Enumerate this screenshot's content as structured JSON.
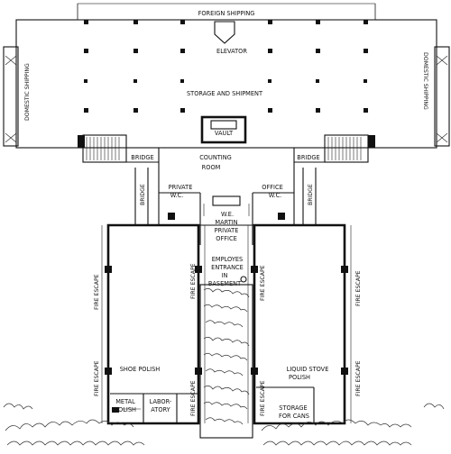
{
  "labels": {
    "foreign_shipping": "FOREIGN SHIPPING",
    "elevator": "ELEVATOR",
    "storage_and_shipment": "STORAGE AND SHIPMENT",
    "domestic_shipping_left": "DOMESTIC SHIPPING",
    "domestic_shipping_right": "DOMESTIC SHIPPING",
    "vault": "VAULT",
    "counting_room_1": "COUNTING",
    "counting_room_2": "ROOM",
    "bridge_left_top": "BRIDGE",
    "bridge_right_top": "BRIDGE",
    "bridge_left_vertical": "BRIDGE",
    "bridge_right_vertical": "BRIDGE",
    "private_wc_1": "PRIVATE",
    "private_wc_2": "W.C.",
    "office_wc_1": "OFFICE",
    "office_wc_2": "W.C.",
    "martin_office_1": "W.E.",
    "martin_office_2": "MARTIN",
    "martin_office_3": "PRIVATE",
    "martin_office_4": "OFFICE",
    "employes_entrance_1": "EMPLOYES",
    "employes_entrance_2": "ENTRANCE",
    "employes_entrance_3": "IN",
    "employes_entrance_4": "BASEMENT",
    "fire_escape_left_outer_top": "FIRE ESCAPE",
    "fire_escape_left_inner_top": "FIRE ESCAPE",
    "fire_escape_left_outer_bottom": "FIRE ESCAPE",
    "fire_escape_left_inner_bottom": "FIRE ESCAPE",
    "fire_escape_right_inner_top": "FIRE ESCAPE",
    "fire_escape_right_outer_top": "FIRE ESCAPE",
    "fire_escape_right_inner_bottom": "FIRE ESCAPE",
    "fire_escape_right_outer_bottom": "FIRE ESCAPE",
    "shoe_polish": "SHOE POLISH",
    "metal_polish_1": "METAL",
    "metal_polish_2": "POLISH",
    "laboratory_1": "LABOR-",
    "laboratory_2": "ATORY",
    "liquid_stove_polish_1": "LIQUID STOVE",
    "liquid_stove_polish_2": "POLISH",
    "storage_for_cans_1": "STORAGE",
    "storage_for_cans_2": "FOR CANS"
  }
}
